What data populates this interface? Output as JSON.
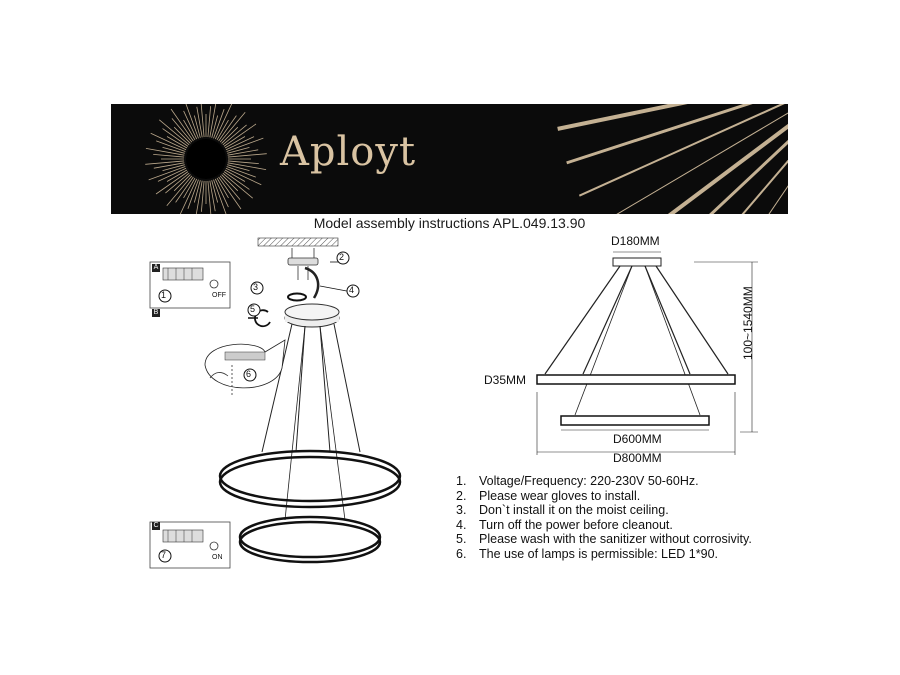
{
  "brand": {
    "name": "Aployt",
    "colors": {
      "banner": "#0b0b0b",
      "gold": "#d9c3a2"
    }
  },
  "subtitle": "Model assembly  instructions APL.049.13.90",
  "dimensions": {
    "top_canopy": "D180MM",
    "ring_thickness": "D35MM",
    "small_ring": "D600MM",
    "large_ring": "D800MM",
    "height_range": "100~1540MM"
  },
  "callouts": {
    "panel_a": "A",
    "panel_b": "B",
    "panel_c": "C",
    "off_label": "OFF",
    "on_label": "ON",
    "nums": [
      "1",
      "2",
      "3",
      "4",
      "5",
      "6",
      "7"
    ]
  },
  "steps": [
    {
      "n": "1.",
      "text": "Voltage/Frequency: 220-230V 50-60Hz."
    },
    {
      "n": "2.",
      "text": "Please wear gloves to install."
    },
    {
      "n": "3.",
      "text": "Don`t install it on the moist ceiling."
    },
    {
      "n": "4.",
      "text": "Turn off the power before cleanout."
    },
    {
      "n": "5.",
      "text": "Please wash with the sanitizer without corrosivity."
    },
    {
      "n": "6.",
      "text": "The use of lamps is permissible: LED 1*90."
    }
  ]
}
